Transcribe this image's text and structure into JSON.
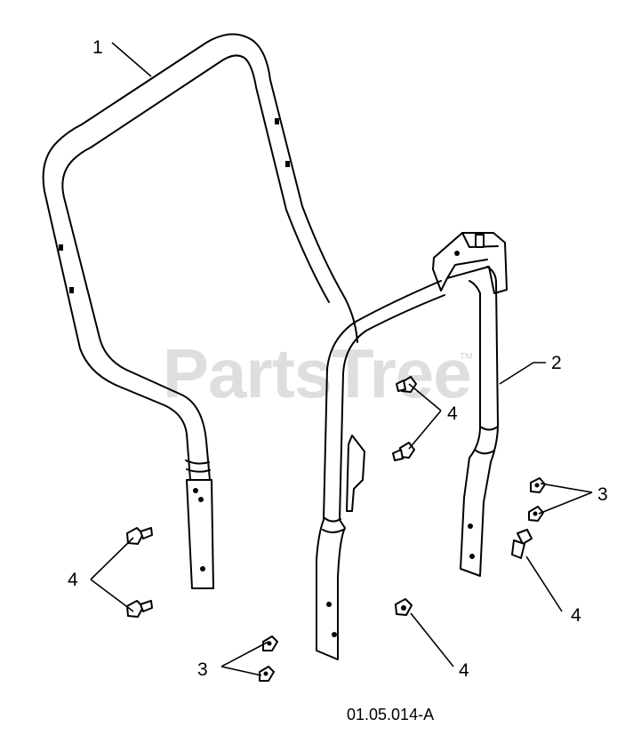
{
  "watermark": {
    "text": "PartsTree",
    "trademark": "TM"
  },
  "drawing_code": "01.05.014-A",
  "callouts": [
    {
      "id": "c1",
      "label": "1"
    },
    {
      "id": "c2",
      "label": "2"
    },
    {
      "id": "c3a",
      "label": "3"
    },
    {
      "id": "c3b",
      "label": "3"
    },
    {
      "id": "c4a",
      "label": "4"
    },
    {
      "id": "c4b",
      "label": "4"
    },
    {
      "id": "c4c",
      "label": "4"
    },
    {
      "id": "c4d",
      "label": "4"
    }
  ]
}
